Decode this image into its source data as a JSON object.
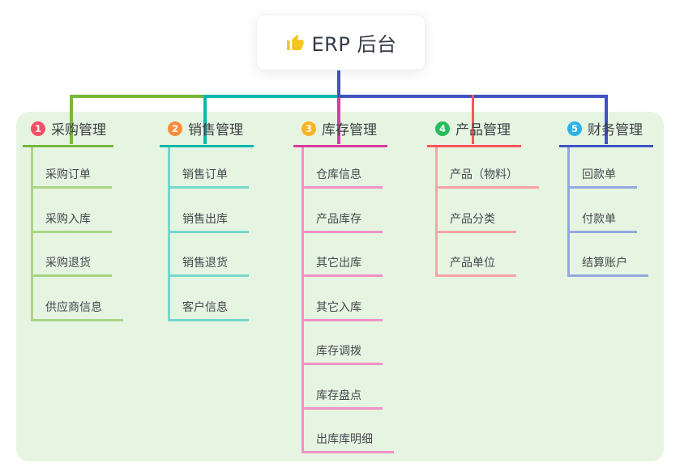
{
  "root": {
    "label": "ERP 后台",
    "icon": "thumbs-up-icon"
  },
  "colors": {
    "panel_background": "#e6f5e1",
    "root_connector": "#4053c4",
    "title_text": "#3c4045",
    "child_text": "#45484f",
    "card_background": "#ffffff"
  },
  "branches": [
    {
      "badge": "1",
      "title": "采购管理",
      "color": "#77b83d",
      "light": "#a9d585",
      "badge_color": "#f4506a",
      "children": [
        "采购订单",
        "采购入库",
        "采购退货",
        "供应商信息"
      ]
    },
    {
      "badge": "2",
      "title": "销售管理",
      "color": "#09b8ab",
      "light": "#74d8cd",
      "badge_color": "#fa8c3e",
      "children": [
        "销售订单",
        "销售出库",
        "销售退货",
        "客户信息"
      ]
    },
    {
      "badge": "3",
      "title": "库存管理",
      "color": "#dd3a9f",
      "light": "#f092c8",
      "badge_color": "#fbb320",
      "children": [
        "仓库信息",
        "产品库存",
        "其它出库",
        "其它入库",
        "库存调拨",
        "库存盘点",
        "出库库明细"
      ]
    },
    {
      "badge": "4",
      "title": "产品管理",
      "color": "#f8575e",
      "light": "#f8a2a4",
      "badge_color": "#27bd5f",
      "children": [
        "产品（物料）",
        "产品分类",
        "产品单位"
      ]
    },
    {
      "badge": "5",
      "title": "财务管理",
      "color": "#4053c4",
      "light": "#93a8e0",
      "badge_color": "#2cb3ea",
      "children": [
        "回款单",
        "付款单",
        "结算账户"
      ]
    }
  ]
}
